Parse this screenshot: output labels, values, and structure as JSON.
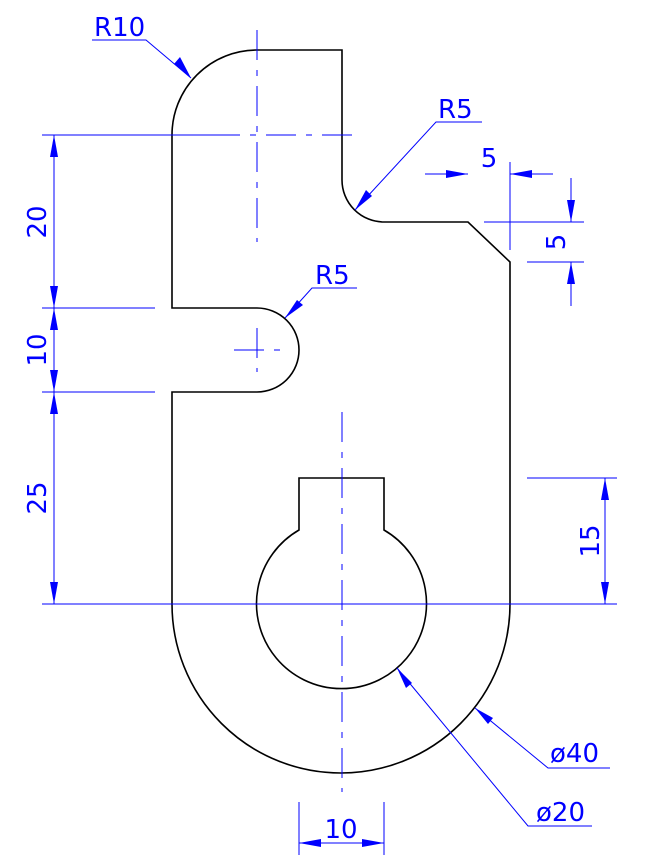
{
  "colors": {
    "object_line": "#000000",
    "dimension": "#0000ff",
    "background": "#ffffff"
  },
  "labels": {
    "r10": "R10",
    "r5_top": "R5",
    "r5_slot": "R5",
    "d5_horizontal": "5",
    "d5_vertical": "5",
    "d20": "20",
    "d10_left": "10",
    "d25": "25",
    "d15": "15",
    "d10_bottom": "10",
    "dia40": "ø40",
    "dia20": "ø20"
  }
}
